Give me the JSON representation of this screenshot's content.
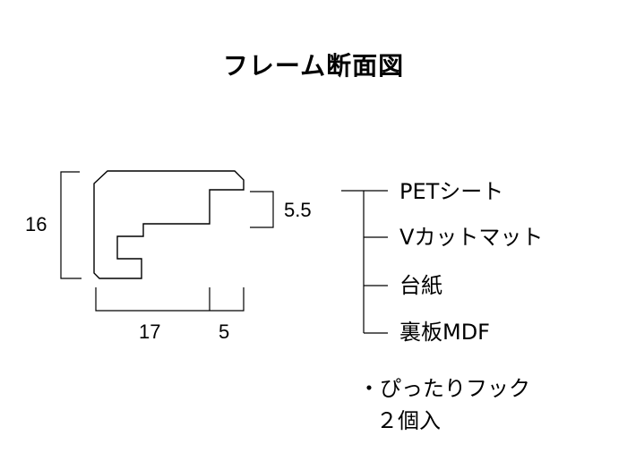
{
  "title": "フレーム断面図",
  "dimensions": {
    "height": "16",
    "width": "17",
    "lip_width": "5",
    "lip_height": "5.5"
  },
  "layers": [
    {
      "label": "PETシート"
    },
    {
      "label": "Vカットマット"
    },
    {
      "label": "台紙"
    },
    {
      "label": "裏板MDF"
    }
  ],
  "note": {
    "line1": "・ぴったりフック",
    "line2": "２個入"
  }
}
